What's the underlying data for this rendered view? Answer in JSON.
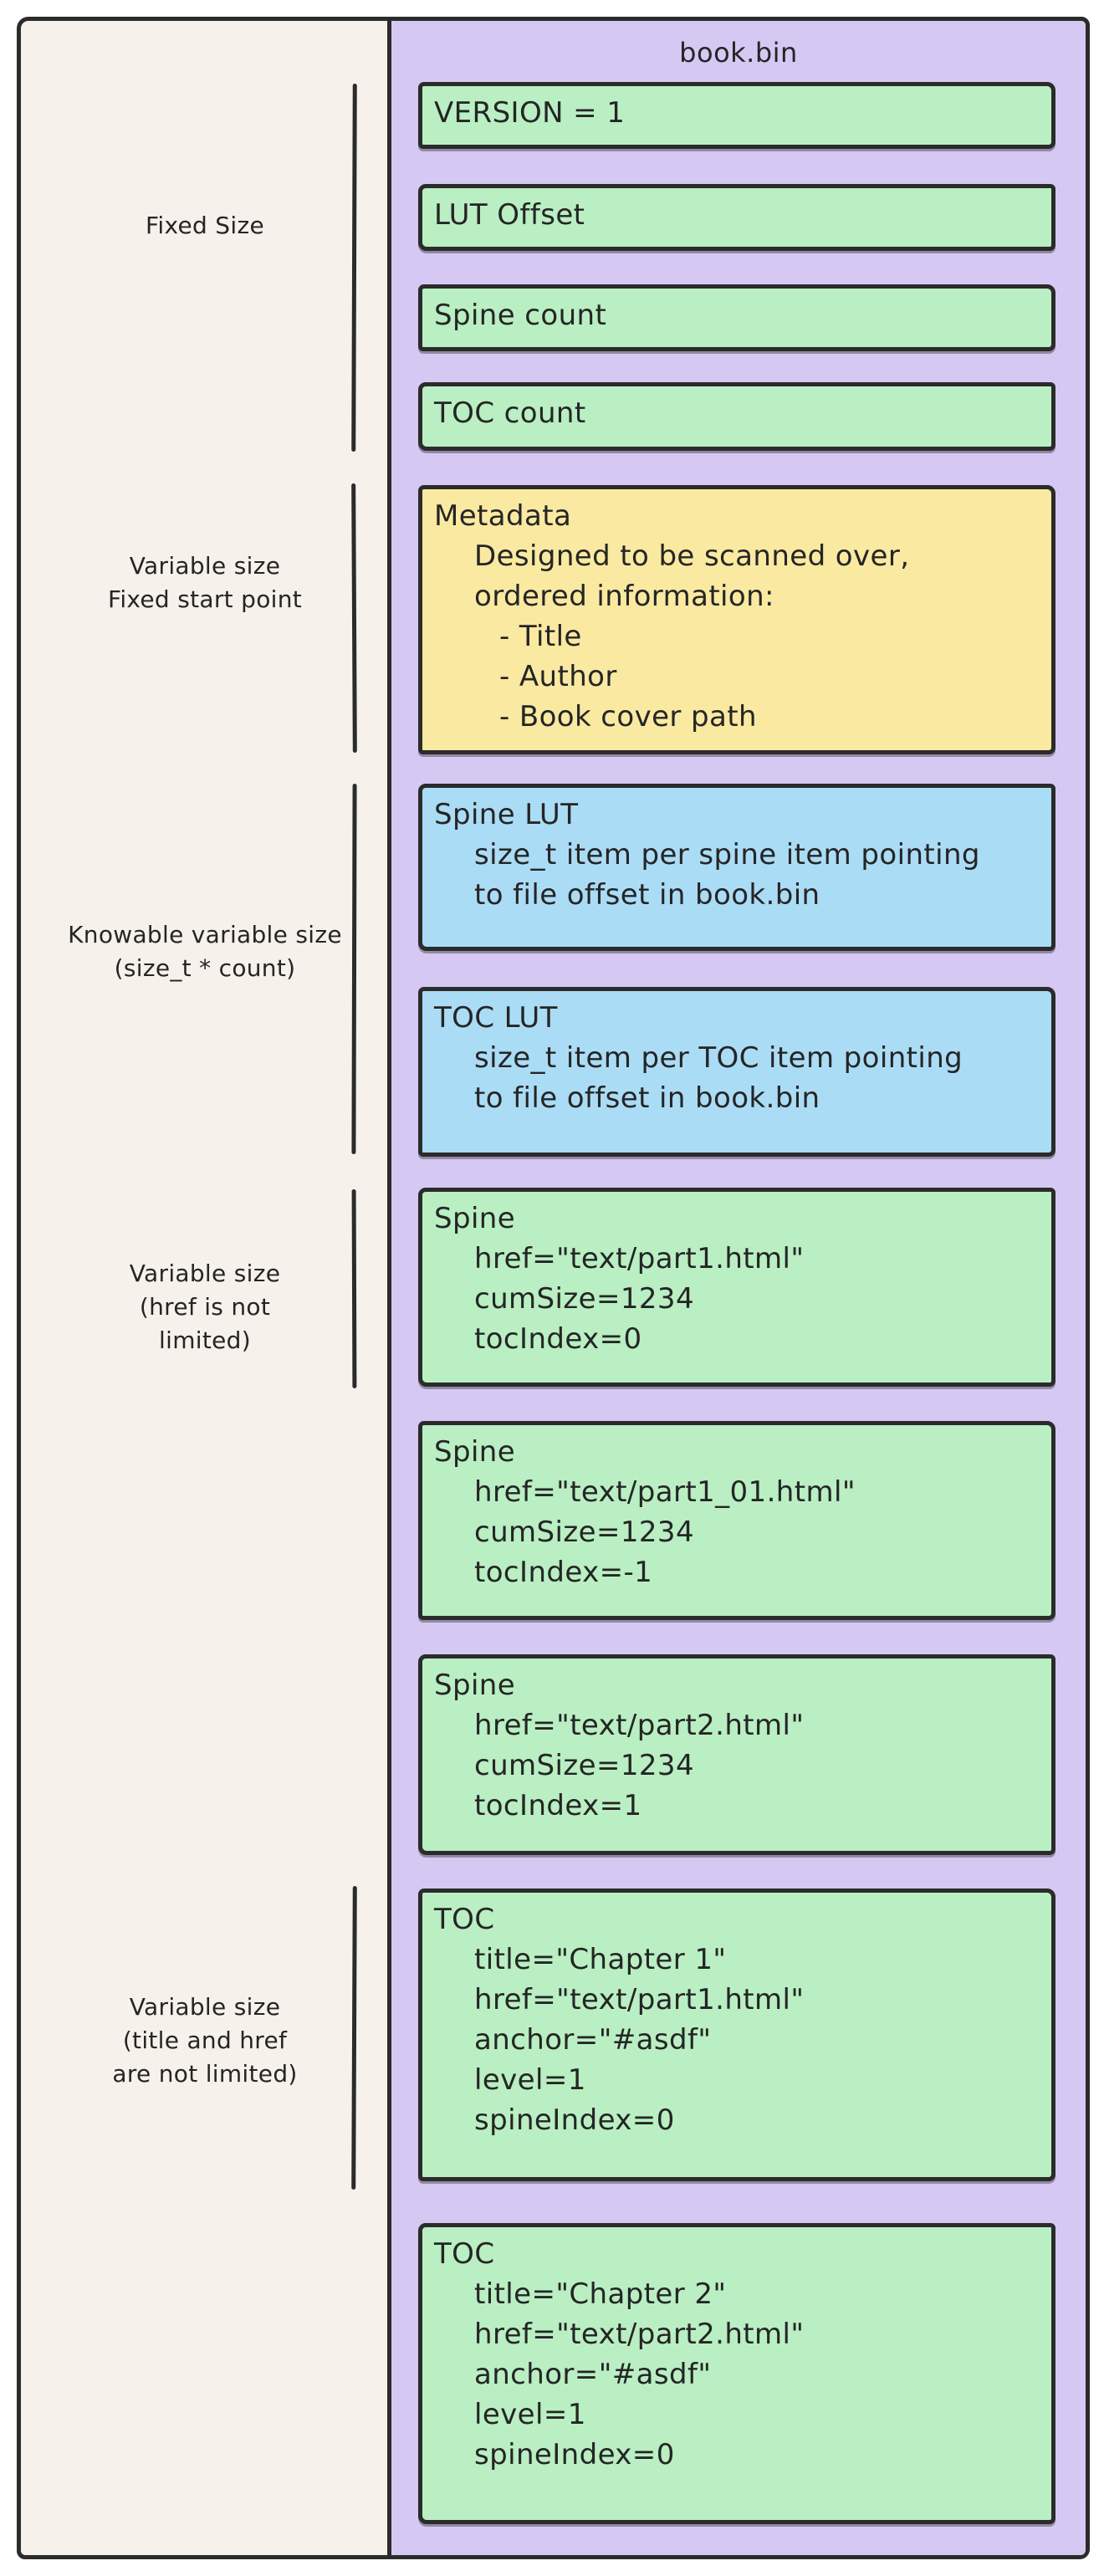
{
  "panel": {
    "title": "book.bin"
  },
  "left_labels": [
    {
      "lines": [
        "Fixed Size"
      ]
    },
    {
      "lines": [
        "Variable size",
        "Fixed start point"
      ]
    },
    {
      "lines": [
        "Knowable variable size",
        "(size_t * count)"
      ]
    },
    {
      "lines": [
        "Variable size",
        "(href is not",
        "limited)"
      ]
    },
    {
      "lines": [
        "Variable size",
        "(title and href",
        "are not limited)"
      ]
    }
  ],
  "boxes": [
    {
      "id": "version",
      "color": "green",
      "lines": [
        "VERSION = 1"
      ]
    },
    {
      "id": "lut-offset",
      "color": "green",
      "lines": [
        "LUT Offset"
      ]
    },
    {
      "id": "spine-count",
      "color": "green",
      "lines": [
        "Spine count"
      ]
    },
    {
      "id": "toc-count",
      "color": "green",
      "lines": [
        "TOC count"
      ]
    },
    {
      "id": "metadata",
      "color": "yellow",
      "lines": [
        "Metadata",
        "Designed to be scanned over,",
        "ordered information:",
        "- Title",
        "- Author",
        "- Book cover path"
      ]
    },
    {
      "id": "spine-lut",
      "color": "blue",
      "lines": [
        "Spine LUT",
        "size_t item per spine item pointing",
        "to file offset in book.bin"
      ]
    },
    {
      "id": "toc-lut",
      "color": "blue",
      "lines": [
        "TOC LUT",
        "size_t item per TOC item pointing",
        "to file offset in book.bin"
      ]
    },
    {
      "id": "spine-1",
      "color": "green",
      "lines": [
        "Spine",
        "href=\"text/part1.html\"",
        "cumSize=1234",
        "tocIndex=0"
      ]
    },
    {
      "id": "spine-2",
      "color": "green",
      "lines": [
        "Spine",
        "href=\"text/part1_01.html\"",
        "cumSize=1234",
        "tocIndex=-1"
      ]
    },
    {
      "id": "spine-3",
      "color": "green",
      "lines": [
        "Spine",
        "href=\"text/part2.html\"",
        "cumSize=1234",
        "tocIndex=1"
      ]
    },
    {
      "id": "toc-1",
      "color": "green",
      "lines": [
        "TOC",
        "title=\"Chapter 1\"",
        "href=\"text/part1.html\"",
        "anchor=\"#asdf\"",
        "level=1",
        "spineIndex=0"
      ]
    },
    {
      "id": "toc-2",
      "color": "green",
      "lines": [
        "TOC",
        "title=\"Chapter 2\"",
        "href=\"text/part2.html\"",
        "anchor=\"#asdf\"",
        "level=1",
        "spineIndex=0"
      ]
    }
  ],
  "colors": {
    "background": "#ffffff",
    "frame_fill": "#f6f1ea",
    "panel_fill": "#d5c9f3",
    "green_fill": "#b9efc3",
    "yellow_fill": "#fae9a1",
    "blue_fill": "#abdcf6",
    "stroke": "#2b2b2b"
  }
}
